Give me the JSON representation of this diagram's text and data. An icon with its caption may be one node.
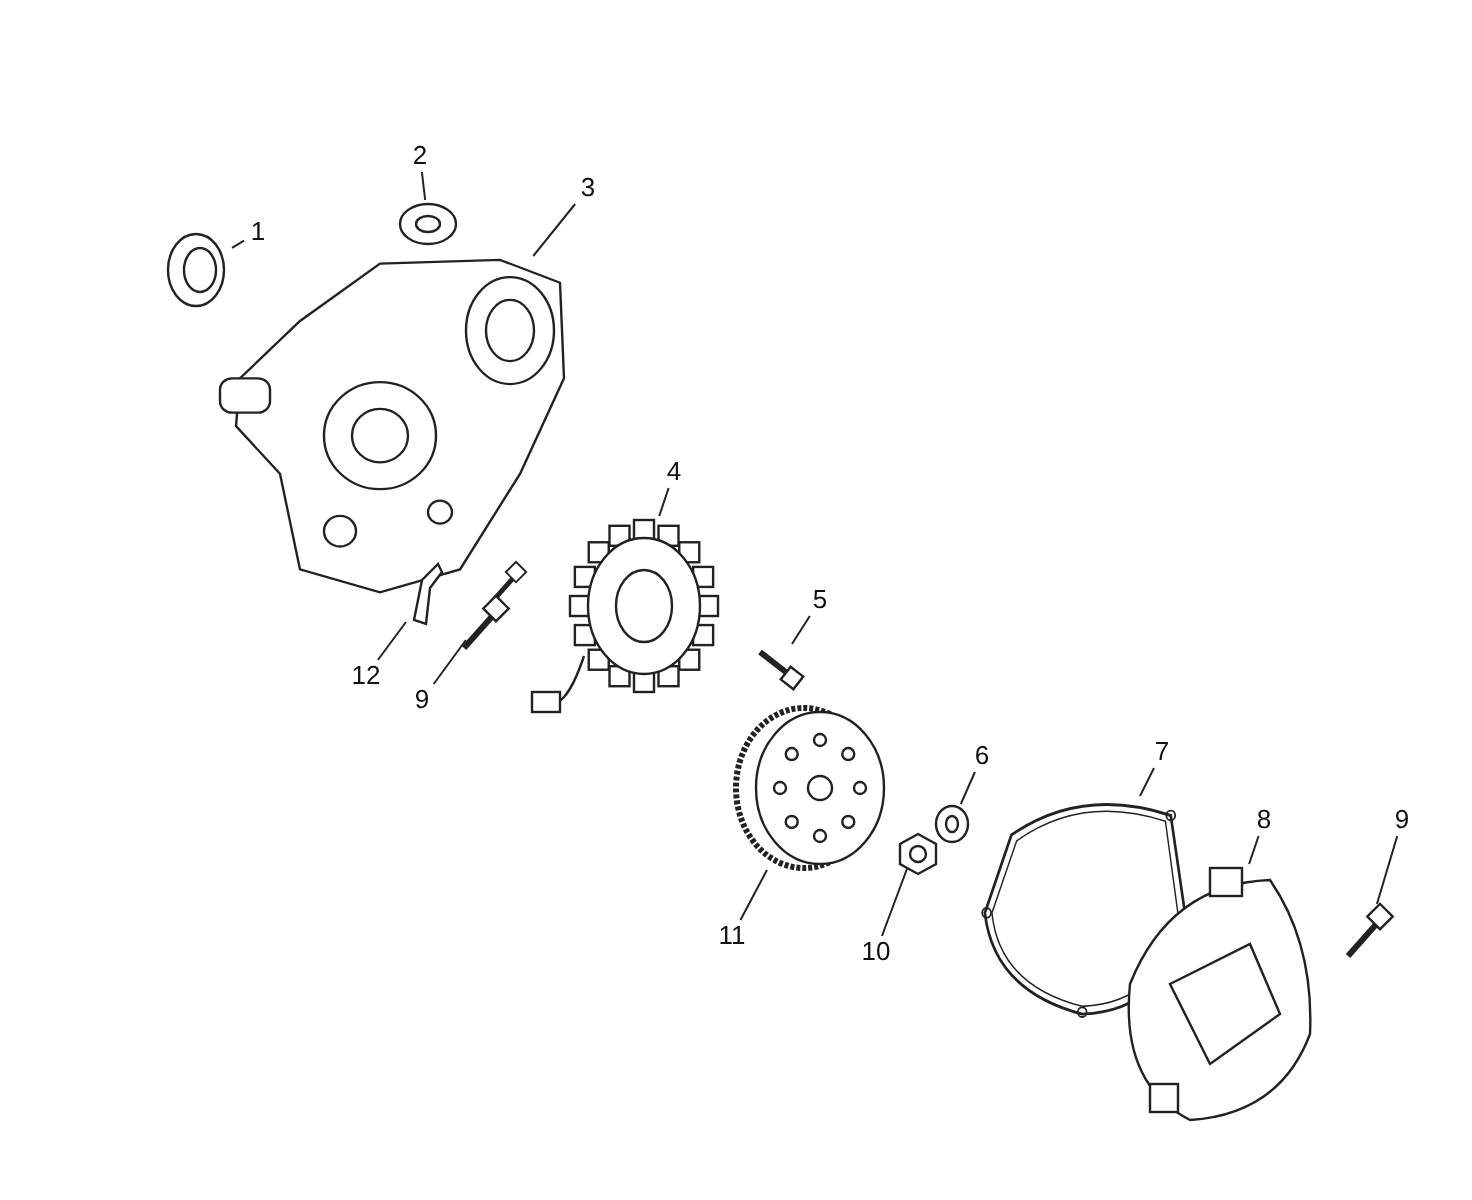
{
  "diagram": {
    "nodes": [
      {
        "text": [
          "1"
        ]
      },
      {
        "text": [],
        "shape": "picture"
      },
      {
        "text": [
          "2"
        ]
      },
      {
        "text": [],
        "shape": "picture"
      },
      {
        "text": [
          "3"
        ]
      },
      {
        "text": [],
        "shape": "picture"
      },
      {
        "text": [
          "4"
        ]
      },
      {
        "text": [],
        "shape": "picture"
      },
      {
        "text": [
          "5"
        ]
      },
      {
        "text": [],
        "shape": "picture"
      },
      {
        "text": [
          "6"
        ]
      },
      {
        "text": [],
        "shape": "picture"
      },
      {
        "text": [
          "7"
        ]
      },
      {
        "text": [],
        "shape": "picture"
      },
      {
        "text": [
          "8"
        ]
      },
      {
        "text": [],
        "shape": "picture"
      },
      {
        "text": [
          "9"
        ]
      },
      {
        "text": [],
        "shape": "picture"
      },
      {
        "text": [
          "12"
        ]
      },
      {
        "text": [],
        "shape": "picture"
      },
      {
        "text": [
          "9"
        ]
      },
      {
        "text": [],
        "shape": "picture"
      },
      {
        "text": [
          "10"
        ]
      },
      {
        "text": [],
        "shape": "picture"
      },
      {
        "text": [
          "11"
        ]
      },
      {
        "text": [],
        "shape": "picture"
      }
    ],
    "edges": [
      {
        "from": 0,
        "to": 1,
        "arrow": "none"
      },
      {
        "from": 2,
        "to": 3,
        "arrow": "none"
      },
      {
        "from": 4,
        "to": 5,
        "arrow": "none"
      },
      {
        "from": 6,
        "to": 7,
        "arrow": "none"
      },
      {
        "from": 8,
        "to": 9,
        "arrow": "none"
      },
      {
        "from": 10,
        "to": 11,
        "arrow": "none"
      },
      {
        "from": 12,
        "to": 13,
        "arrow": "none"
      },
      {
        "from": 14,
        "to": 15,
        "arrow": "none"
      },
      {
        "from": 16,
        "to": 17,
        "arrow": "none"
      },
      {
        "from": 18,
        "to": 19,
        "arrow": "none"
      },
      {
        "from": 20,
        "to": 21,
        "arrow": "none"
      },
      {
        "from": 22,
        "to": 23,
        "arrow": "none"
      },
      {
        "from": 24,
        "to": 25,
        "arrow": "none"
      }
    ]
  }
}
